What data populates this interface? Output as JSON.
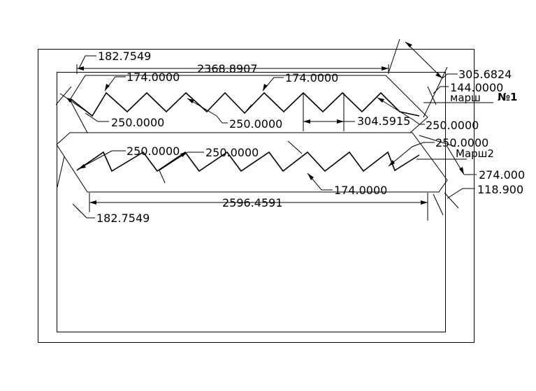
{
  "drawing": {
    "flight_labels": {
      "flight_1_word": "марш",
      "flight_1_number": "№1",
      "flight_2": "Марш2"
    },
    "dimensions": {
      "top_total_length": "2368.8907",
      "top_left_offset": "182.7549",
      "top_tread_left": "174.0000",
      "top_tread_right": "174.0000",
      "top_right_diagonal": "305.6824",
      "top_right_height": "144.0000",
      "top_riser_left": "250.0000",
      "top_riser_mid": "250.0000",
      "top_gap": "304.5915",
      "top_riser_right": "250.0000",
      "bottom_riser_right": "250.0000",
      "bottom_riser_left": "250.0000",
      "bottom_riser_mid": "250.0000",
      "bottom_tread": "174.0000",
      "bottom_right_diagonal": "274.000",
      "bottom_right_height": "118.900",
      "bottom_total_length": "2596.4591",
      "bottom_left_offset": "182.7549"
    }
  }
}
